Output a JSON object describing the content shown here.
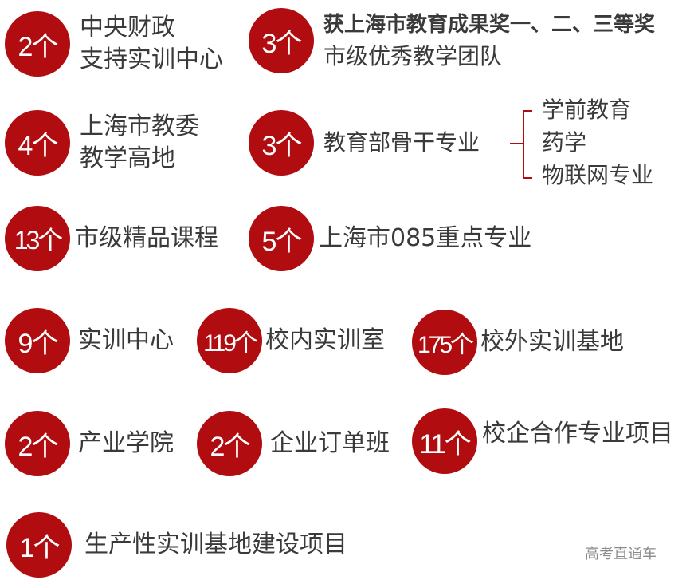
{
  "accent_color": "#b10c0f",
  "items": [
    {
      "count": "2个",
      "lines": [
        "中央财政",
        "支持实训中心"
      ]
    },
    {
      "count": "3个",
      "lines": [
        "获上海市教育成果奖一、二、三等奖",
        "市级优秀教学团队"
      ]
    },
    {
      "count": "4个",
      "lines": [
        "上海市教委",
        "教学高地"
      ]
    },
    {
      "count": "3个",
      "lines": [
        "教育部骨干专业"
      ],
      "sub_items": [
        "学前教育",
        "药学",
        "物联网专业"
      ]
    },
    {
      "count": "13个",
      "lines": [
        "市级精品课程"
      ]
    },
    {
      "count": "5个",
      "lines": [
        "上海市085重点专业"
      ]
    },
    {
      "count": "9个",
      "lines": [
        "实训中心"
      ]
    },
    {
      "count": "119个",
      "lines": [
        "校内实训室"
      ]
    },
    {
      "count": "175个",
      "lines": [
        "校外实训基地"
      ]
    },
    {
      "count": "2个",
      "lines": [
        "产业学院"
      ]
    },
    {
      "count": "2个",
      "lines": [
        "企业订单班"
      ]
    },
    {
      "count": "11个",
      "lines": [
        "校企合作专业项目"
      ]
    },
    {
      "count": "1个",
      "lines": [
        "生产性实训基地建设项目"
      ]
    }
  ],
  "watermark": "高考直通车"
}
